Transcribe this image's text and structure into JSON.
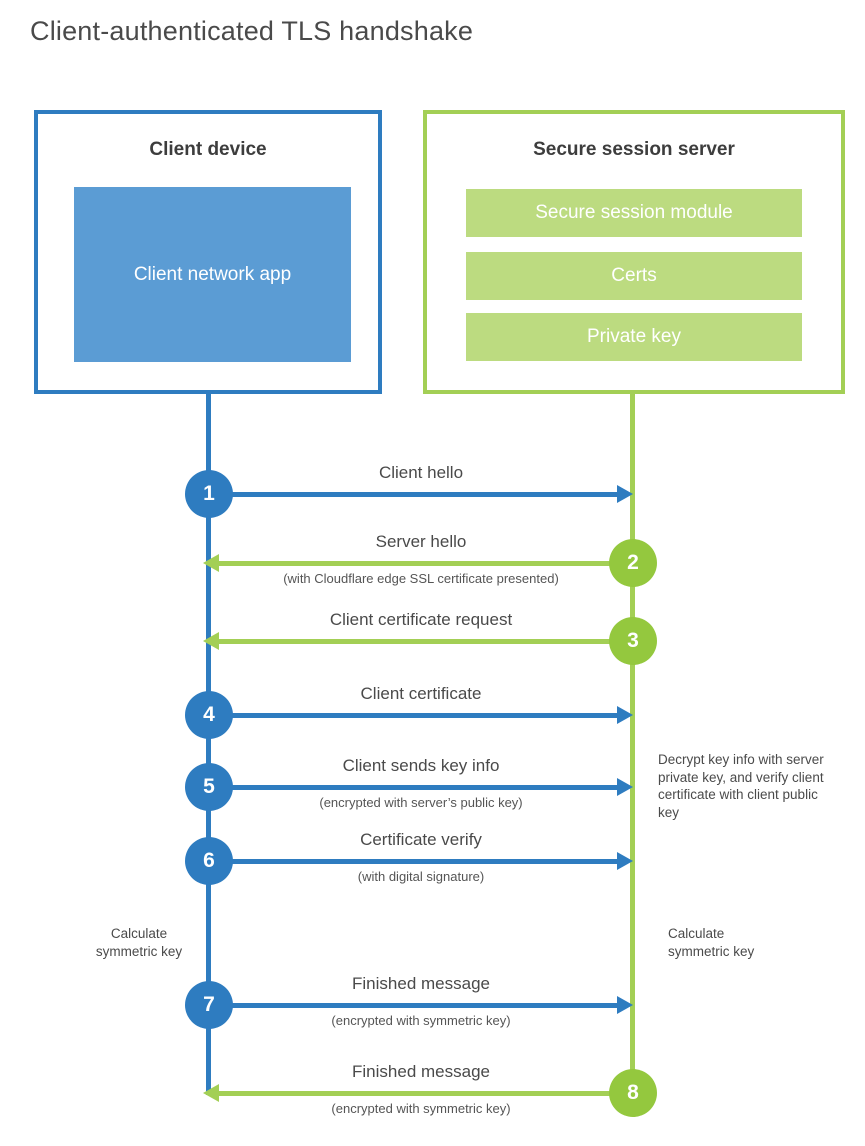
{
  "title": "Client-authenticated TLS handshake",
  "colors": {
    "blue": "#2e7cc0",
    "blue_fill": "#5b9cd4",
    "green": "#a3cf55",
    "green_circle": "#94c83e",
    "green_fill": "#bcdb80",
    "text": "#4a4a4a",
    "heading": "#3d3d3d",
    "subtext": "#555555"
  },
  "client_box": {
    "title": "Client device",
    "module": "Client network app"
  },
  "server_box": {
    "title": "Secure session server",
    "modules": [
      "Secure session module",
      "Certs",
      "Private key"
    ]
  },
  "steps": [
    {
      "num": "1",
      "label": "Client hello",
      "sub": "",
      "dir": "right",
      "color": "blue"
    },
    {
      "num": "2",
      "label": "Server hello",
      "sub": "(with Cloudflare edge SSL certificate presented)",
      "dir": "left",
      "color": "green"
    },
    {
      "num": "3",
      "label": "Client certificate request",
      "sub": "",
      "dir": "left",
      "color": "green"
    },
    {
      "num": "4",
      "label": "Client certificate",
      "sub": "",
      "dir": "right",
      "color": "blue"
    },
    {
      "num": "5",
      "label": "Client sends key info",
      "sub": "(encrypted with server’s public key)",
      "dir": "right",
      "color": "blue"
    },
    {
      "num": "6",
      "label": "Certificate verify",
      "sub": "(with digital signature)",
      "dir": "right",
      "color": "blue"
    },
    {
      "num": "7",
      "label": "Finished message",
      "sub": "(encrypted with symmetric key)",
      "dir": "right",
      "color": "blue"
    },
    {
      "num": "8",
      "label": "Finished message",
      "sub": "(encrypted with symmetric key)",
      "dir": "left",
      "color": "green"
    }
  ],
  "annotations": {
    "server_note": "Decrypt key info with server private key, and verify client certificate with client public key",
    "client_calc": "Calculate symmetric key",
    "server_calc": "Calculate symmetric key"
  }
}
